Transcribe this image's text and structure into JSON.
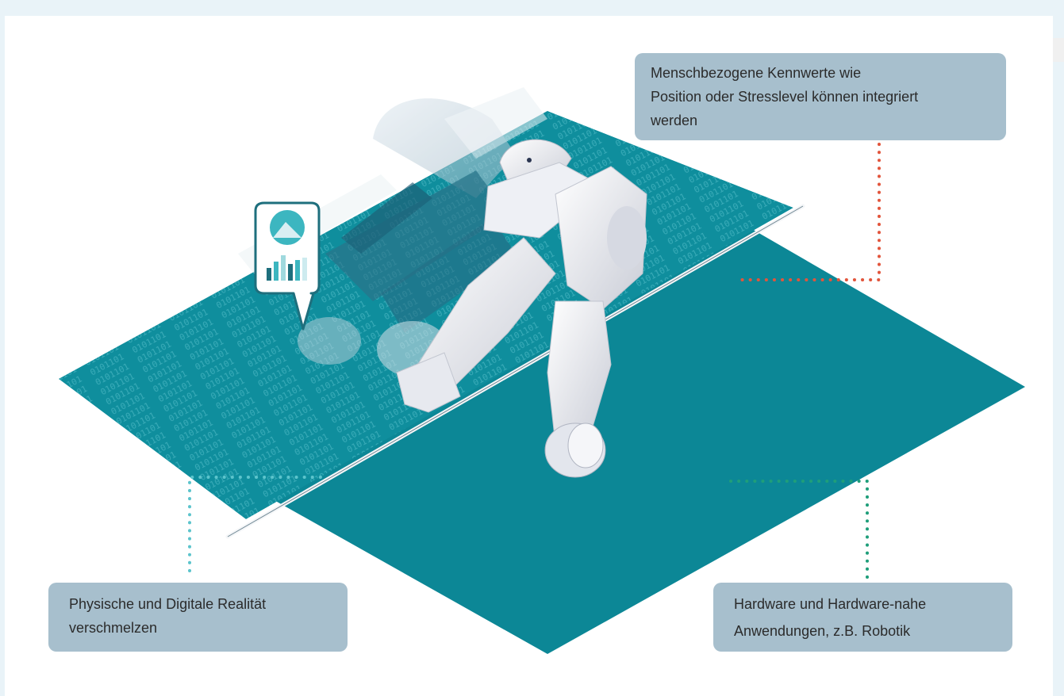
{
  "callouts": {
    "top": {
      "lines": [
        "Menschbezogene Kennwerte wie",
        "Position oder Stresslevel können integriert",
        "werden"
      ]
    },
    "left": {
      "lines": [
        "Physische und Digitale Realität",
        "verschmelzen"
      ]
    },
    "right": {
      "lines": [
        "Hardware und Hardware-nahe",
        "Anwendungen, z.B. Robotik"
      ]
    }
  },
  "colors": {
    "background": "#e9f3f8",
    "plane": "#0d8a9a",
    "callout": "#a7bfcd",
    "connector_top": "#e2553c",
    "connector_left": "#5cc4cc",
    "connector_right": "#1f9e7a"
  },
  "icons": [
    "chart-bubble-icon",
    "robot-arm-illustration"
  ]
}
